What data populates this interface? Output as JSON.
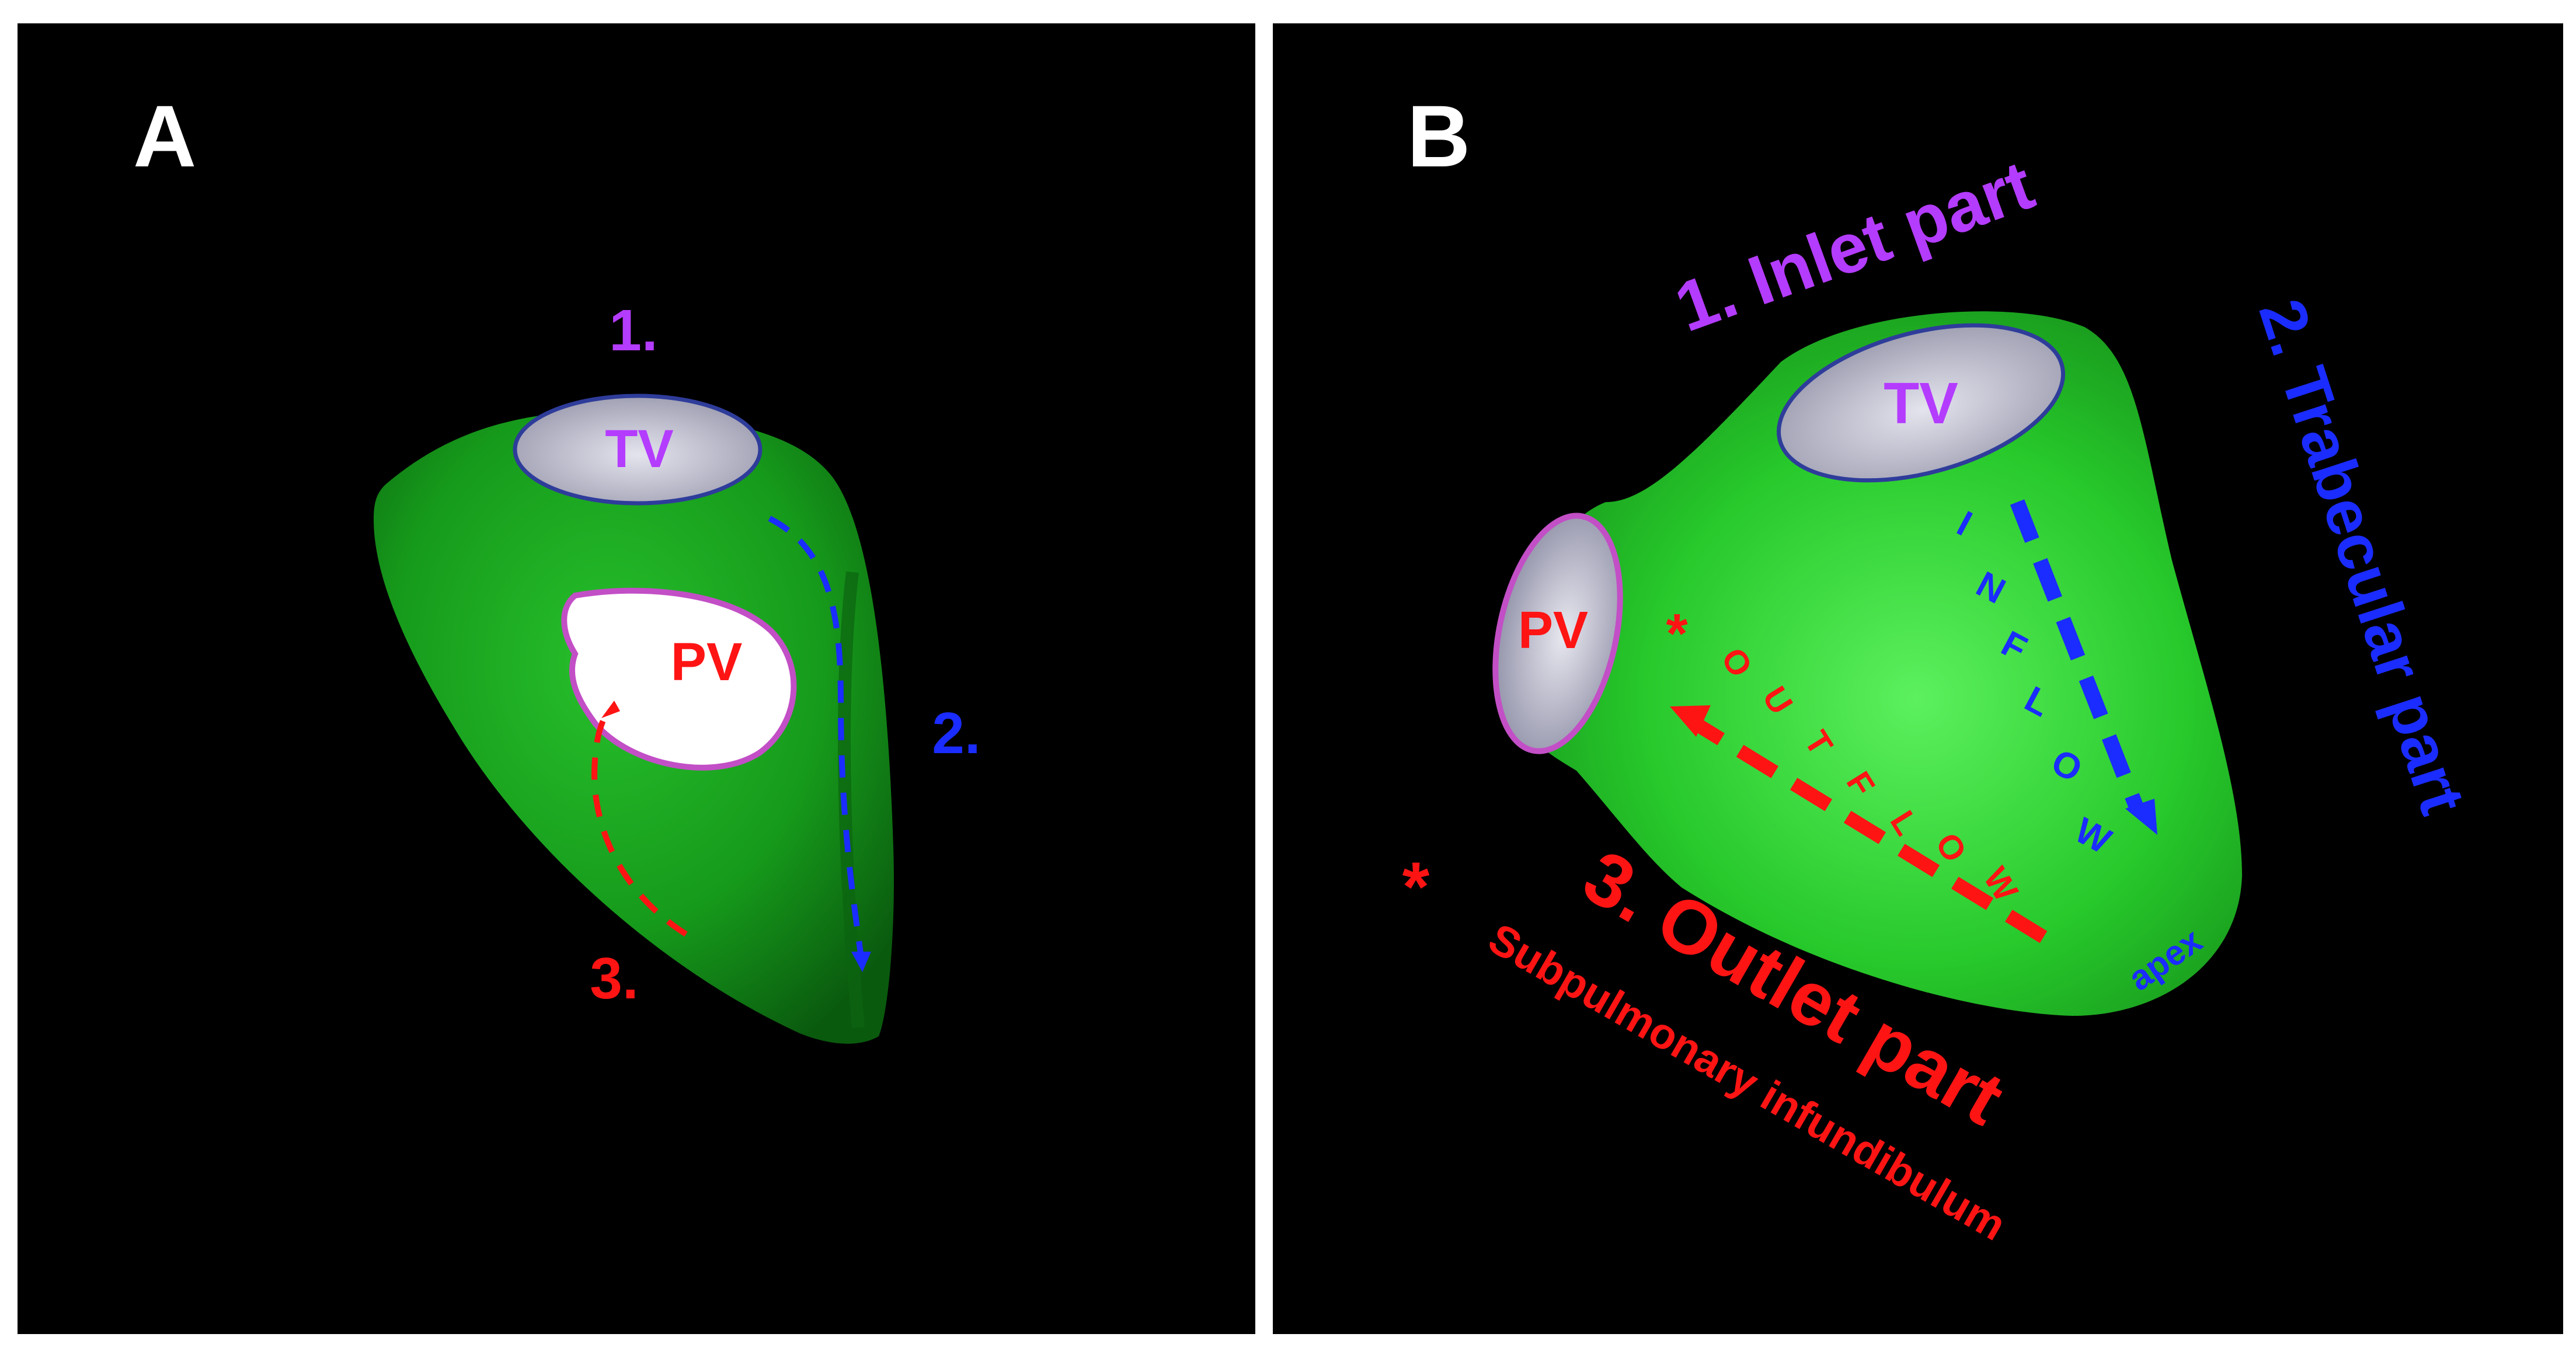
{
  "panels": {
    "a": {
      "letter": "A",
      "tv_label": "TV",
      "pv_label": "PV",
      "label_1": "1.",
      "label_2": "2.",
      "label_3": "3."
    },
    "b": {
      "letter": "B",
      "tv_label": "TV",
      "pv_label": "PV",
      "inlet_label": "1. Inlet part",
      "trabecular_label": "2. Trabecular part",
      "outlet_label": "3. Outlet part",
      "subpulmonary_label": "Subpulmonary infundibulum",
      "asterisk": "*",
      "apex_label": "apex",
      "inflow_letters": [
        "I",
        "N",
        "F",
        "L",
        "O",
        "W"
      ],
      "outflow_letters": [
        "O",
        "U",
        "T",
        "F",
        "L",
        "O",
        "W"
      ]
    }
  },
  "colors": {
    "background": "#000000",
    "frame": "#ffffff",
    "heart_green": "#1fb324",
    "valve_gray": "#c9c9d6",
    "valve_white": "#ffffff",
    "purple": "#b43cff",
    "blue": "#1a2cff",
    "red": "#ff1414"
  }
}
